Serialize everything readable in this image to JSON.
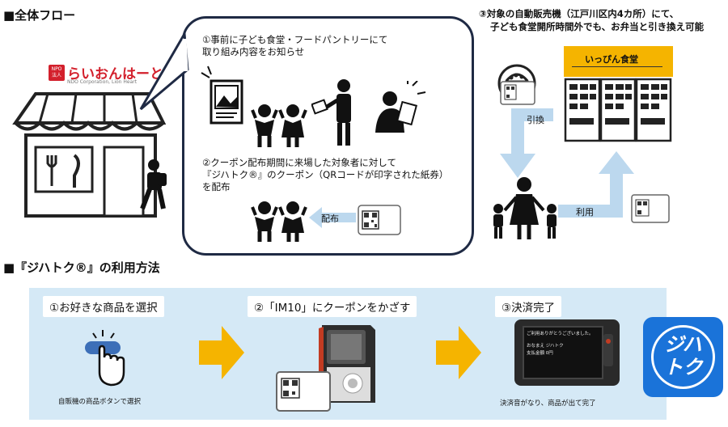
{
  "flow": {
    "heading": "■全体フロー",
    "brand": {
      "name": "らいおんはーと",
      "sub": "NDO Corporation, Lion Heart",
      "badge_top": "NPO",
      "badge_bottom": "法人"
    },
    "bubble": {
      "step1": [
        "①事前に子ども食堂・フードパントリーにて",
        "取り組み内容をお知らせ"
      ],
      "step2": [
        "②クーポン配布期間に来場した対象者に対して",
        "『ジハトク®』のクーポン（QRコードが印字された紙券）",
        "を配布"
      ],
      "distribute_label": "配布"
    },
    "right": {
      "caption": [
        "③対象の自動販売機（江戸川区内4カ所）にて、",
        "子ども食堂開所時間外でも、お弁当と引き換え可能"
      ],
      "shop_sign": "いっぴん食堂",
      "exchange_label": "引換",
      "use_label": "利用"
    }
  },
  "usage": {
    "heading": "■『ジハトク®』の利用方法",
    "steps": [
      {
        "label": "①お好きな商品を選択",
        "caption": "自販機の商品ボタンで選択"
      },
      {
        "label": "②「IM10」にクーポンをかざす",
        "caption": ""
      },
      {
        "label": "③決済完了",
        "caption": "決済音がなり、商品が出て完了"
      }
    ],
    "screen_lines": [
      "ご利用ありがとうございました。",
      "おなまえ ジハトク",
      "支払金額 0円"
    ]
  },
  "logo": {
    "line1": "ジハ",
    "line2": "トク"
  },
  "colors": {
    "accent": "#f5b400",
    "band": "#d5e9f6",
    "arrow_light": "#bcd8ee",
    "logo": "#1a73d9",
    "bubble_border": "#1f2a44"
  }
}
